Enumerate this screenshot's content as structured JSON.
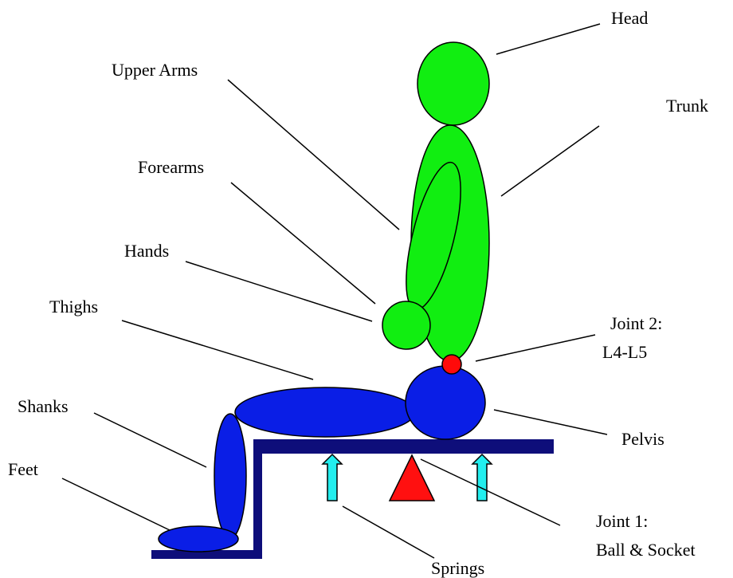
{
  "labels": {
    "head": "Head",
    "upper_arms": "Upper Arms",
    "trunk": "Trunk",
    "forearms": "Forearms",
    "hands": "Hands",
    "thighs": "Thighs",
    "joint2_line1": "Joint 2:",
    "joint2_line2": "L4-L5",
    "shanks": "Shanks",
    "pelvis": "Pelvis",
    "feet": "Feet",
    "joint1_line1": "Joint 1:",
    "joint1_line2": "Ball & Socket",
    "springs": "Springs"
  },
  "colors": {
    "upper_body": "#11ee11",
    "lower_body": "#0a1ee6",
    "joint": "#ff0a0a",
    "platform": "#0e0e7a",
    "spring": "#22eeee",
    "fulcrum": "#ff1010",
    "outline": "#000000"
  }
}
